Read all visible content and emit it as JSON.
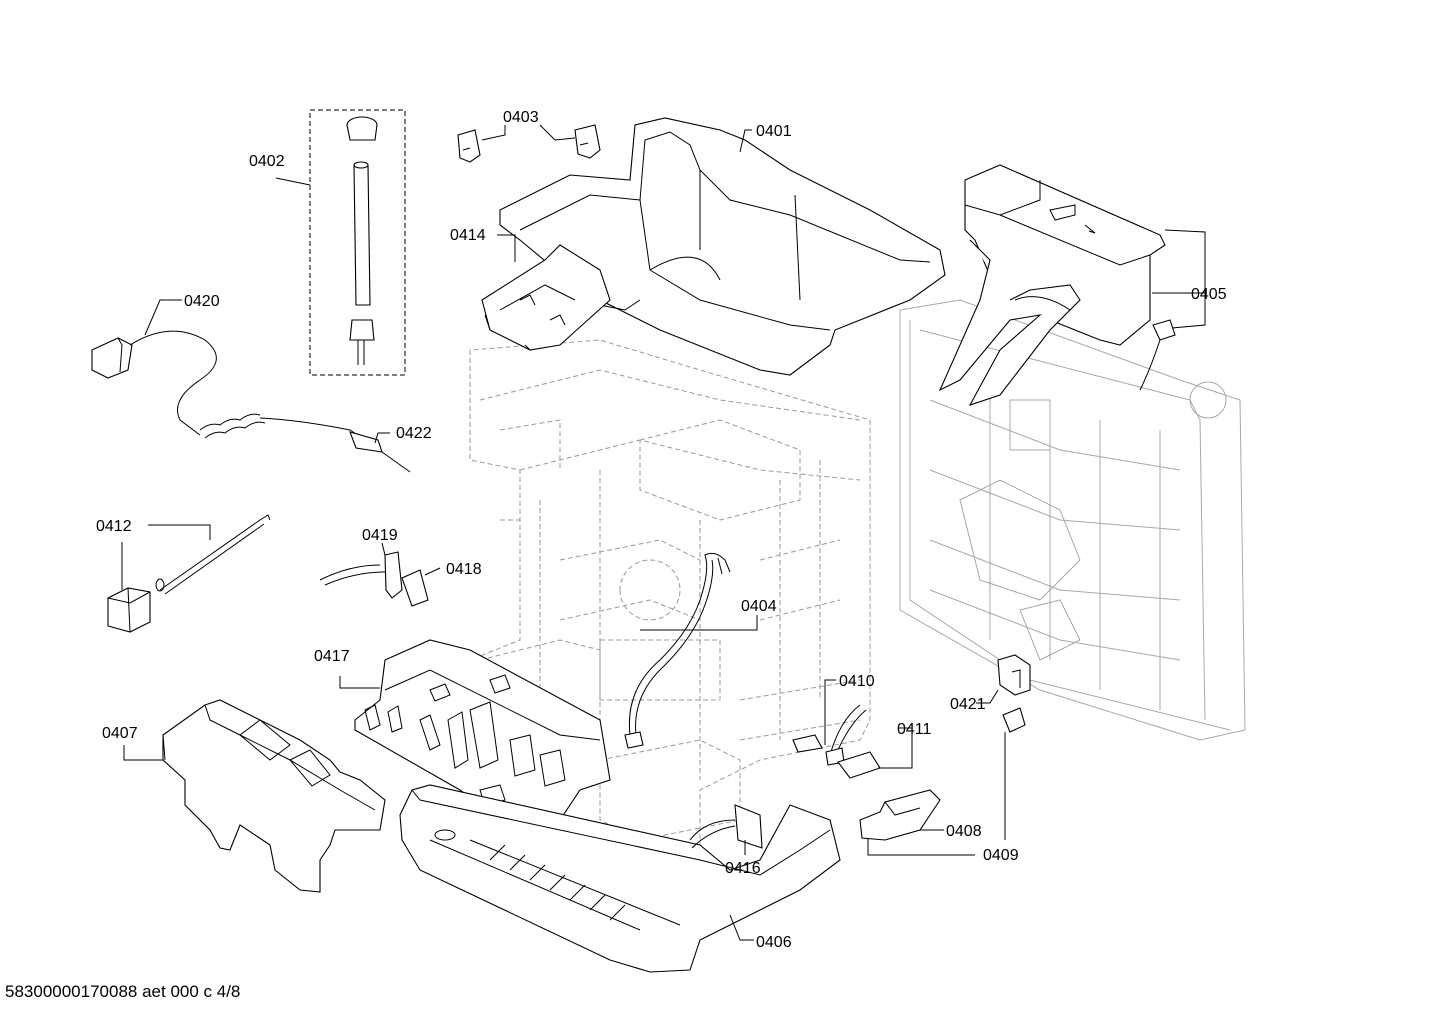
{
  "labels": {
    "p0401": "0401",
    "p0402": "0402",
    "p0403": "0403",
    "p0404": "0404",
    "p0405": "0405",
    "p0406": "0406",
    "p0407": "0407",
    "p0408": "0408",
    "p0409": "0409",
    "p0410": "0410",
    "p0411": "0411",
    "p0412": "0412",
    "p0414": "0414",
    "p0416": "0416",
    "p0417": "0417",
    "p0418": "0418",
    "p0419": "0419",
    "p0420": "0420",
    "p0421": "0421",
    "p0422": "0422"
  },
  "footer": "58300000170088 aet 000 c 4/8"
}
